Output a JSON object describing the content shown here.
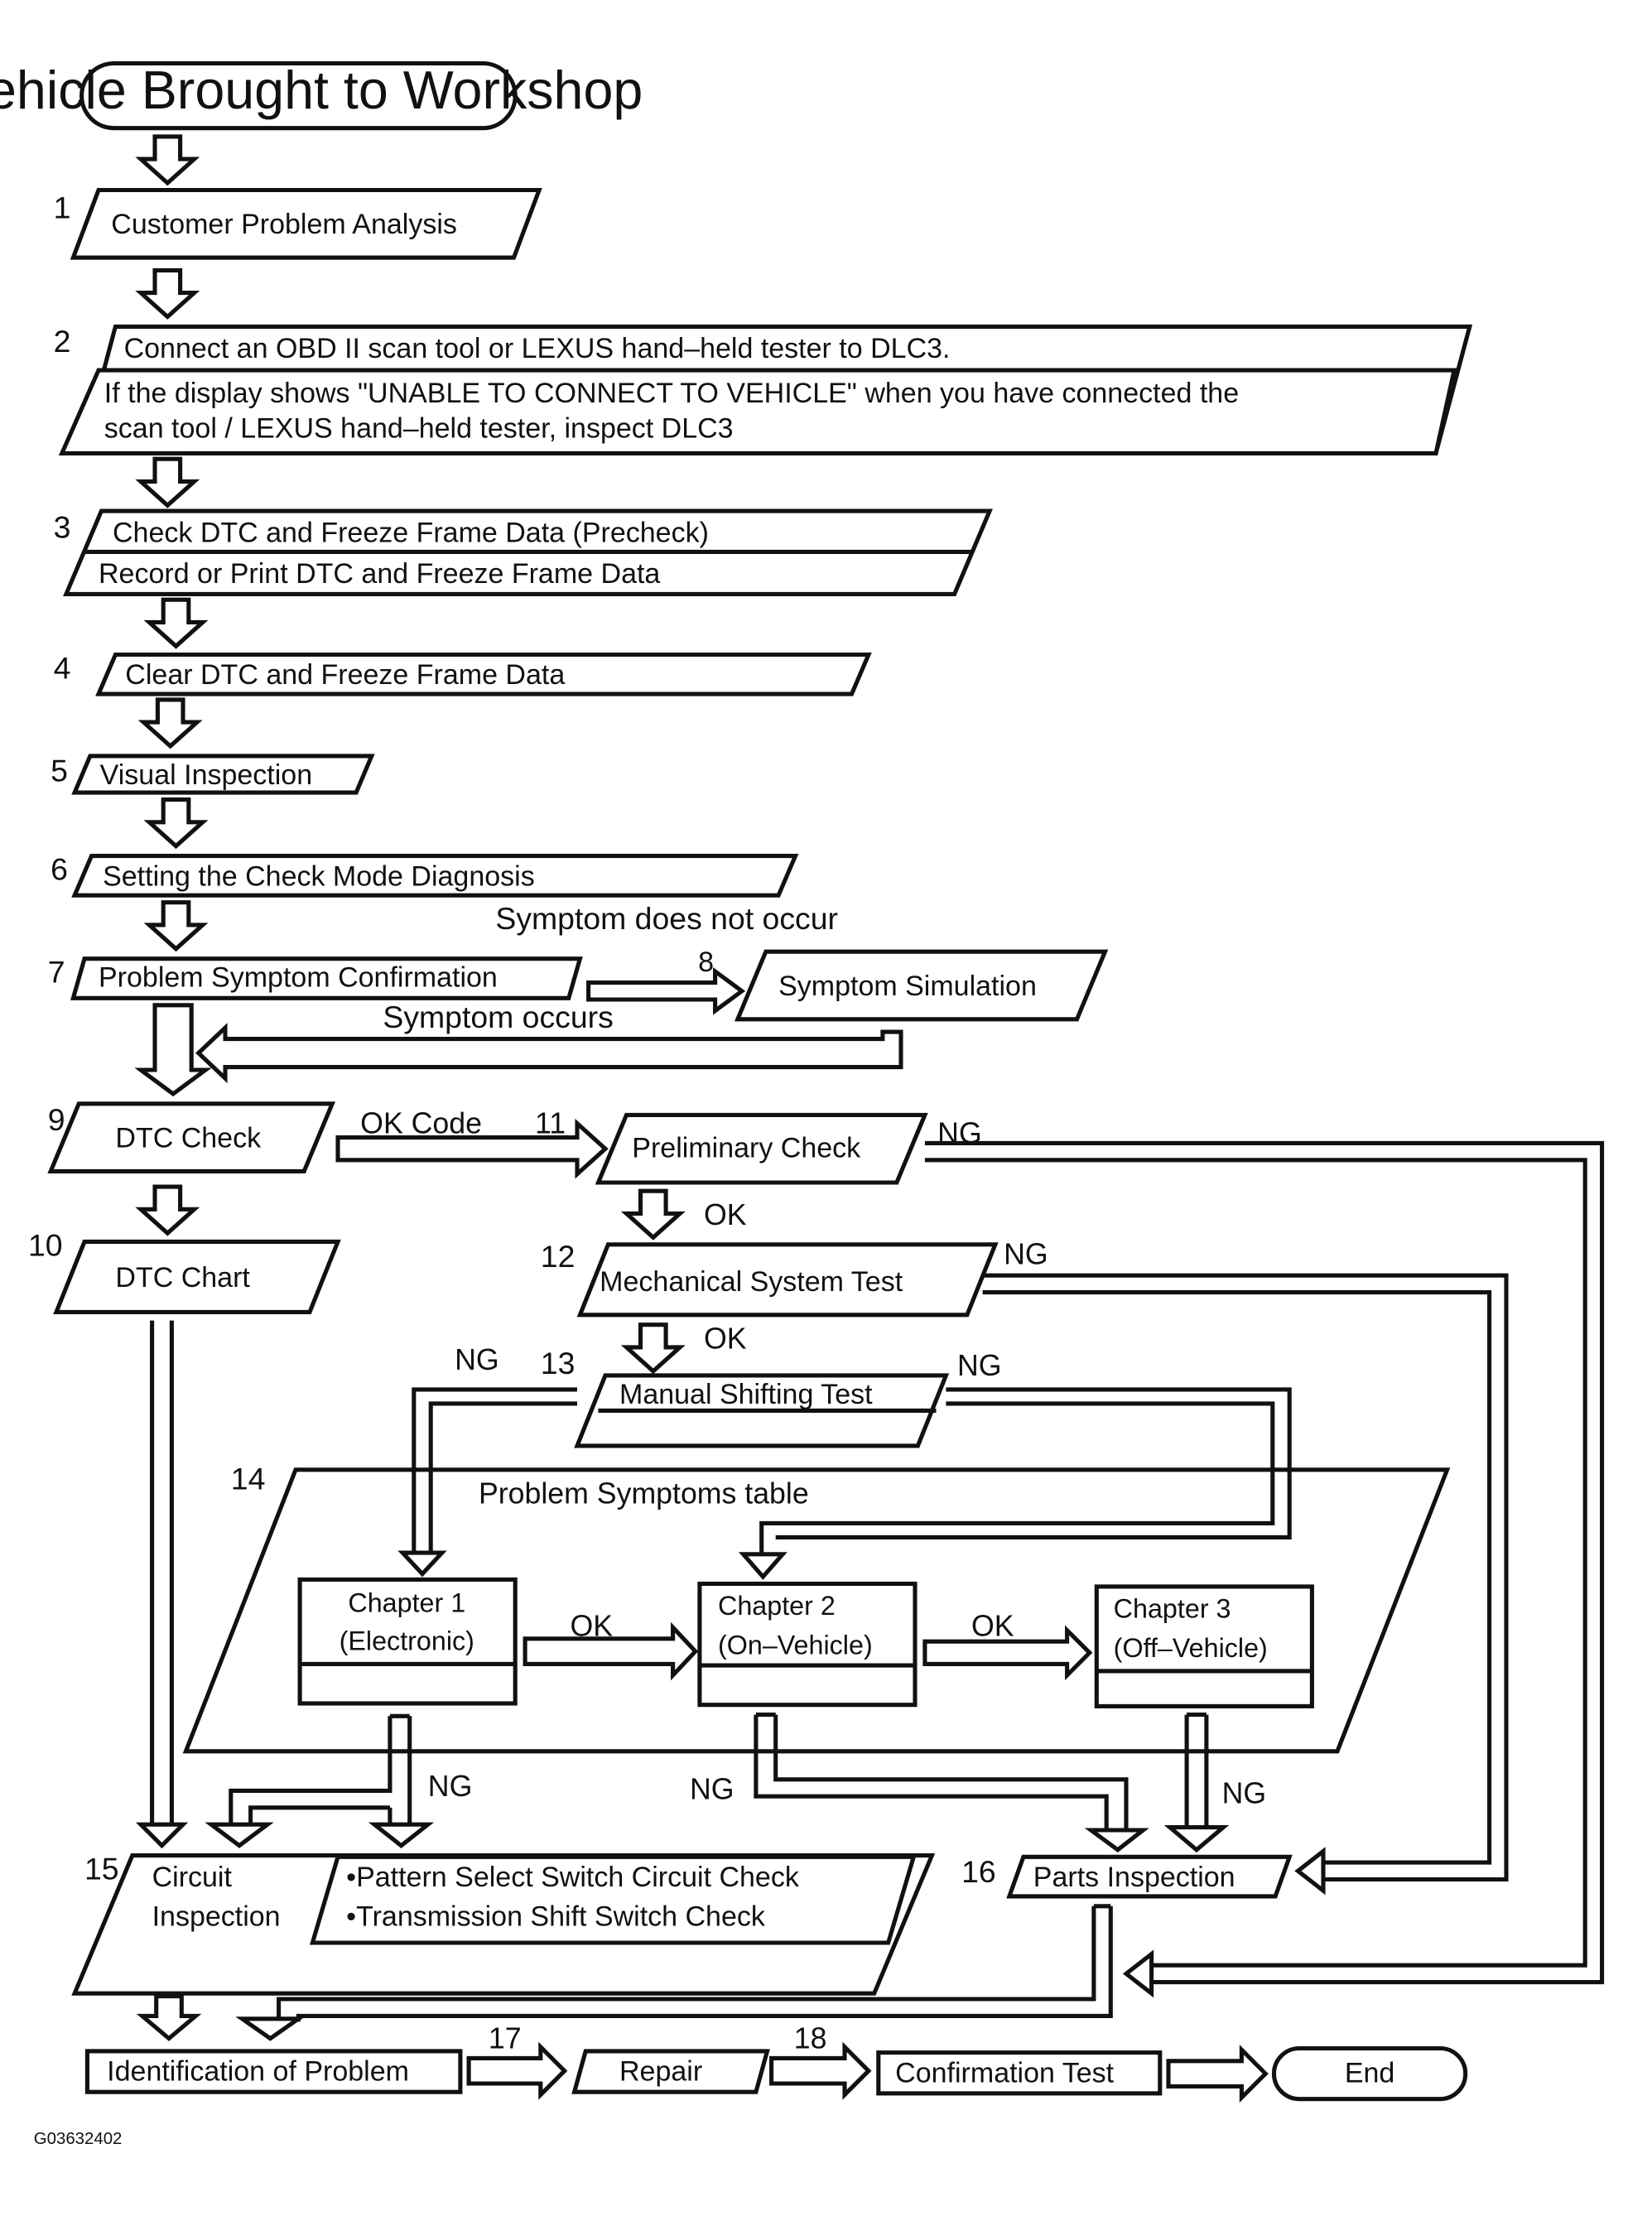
{
  "start": "Vehicle Brought to Workshop",
  "steps": {
    "s1": {
      "num": "1",
      "label": "Customer Problem Analysis"
    },
    "s2": {
      "num": "2",
      "line1": "Connect an OBD II scan tool or LEXUS hand–held tester to DLC3.",
      "line2": "If the display shows \"UNABLE TO CONNECT TO VEHICLE\" when you have connected the",
      "line3": "scan tool / LEXUS hand–held tester, inspect DLC3"
    },
    "s3": {
      "num": "3",
      "line1": "Check DTC and Freeze Frame Data (Precheck)",
      "line2": "Record or Print DTC and Freeze Frame Data"
    },
    "s4": {
      "num": "4",
      "label": "Clear DTC and Freeze Frame Data"
    },
    "s5": {
      "num": "5",
      "label": "Visual Inspection"
    },
    "s6": {
      "num": "6",
      "label": "Setting the Check Mode Diagnosis"
    },
    "s7": {
      "num": "7",
      "label": "Problem Symptom Confirmation"
    },
    "s8": {
      "num": "8",
      "label": "Symptom Simulation"
    },
    "s9": {
      "num": "9",
      "label": "DTC Check"
    },
    "s10": {
      "num": "10",
      "label": "DTC Chart"
    },
    "s11": {
      "num": "11",
      "label": "Preliminary Check"
    },
    "s12": {
      "num": "12",
      "label": "Mechanical System Test"
    },
    "s13": {
      "num": "13",
      "label": "Manual Shifting Test"
    },
    "s14": {
      "num": "14",
      "label": "Problem Symptoms table"
    },
    "s15": {
      "num": "15",
      "line1": "Circuit",
      "line2": "Inspection",
      "item1": "•Pattern Select Switch Circuit Check",
      "item2": "•Transmission Shift Switch Check"
    },
    "s16": {
      "num": "16",
      "label": "Parts Inspection"
    },
    "s17": {
      "num": "17",
      "label": "Repair"
    },
    "s18": {
      "num": "18",
      "label": "Confirmation Test"
    }
  },
  "chapters": {
    "c1": {
      "line1": "Chapter 1",
      "line2": "(Electronic)"
    },
    "c2": {
      "line1": "Chapter 2",
      "line2": "(On–Vehicle)"
    },
    "c3": {
      "line1": "Chapter 3",
      "line2": "(Off–Vehicle)"
    }
  },
  "identification": "Identification of Problem",
  "end": "End",
  "labels": {
    "symptom_not_occur": "Symptom does not occur",
    "symptom_occurs": "Symptom occurs",
    "ok_code": "OK Code",
    "ok": "OK",
    "ng": "NG"
  },
  "figure_id": "G03632402"
}
